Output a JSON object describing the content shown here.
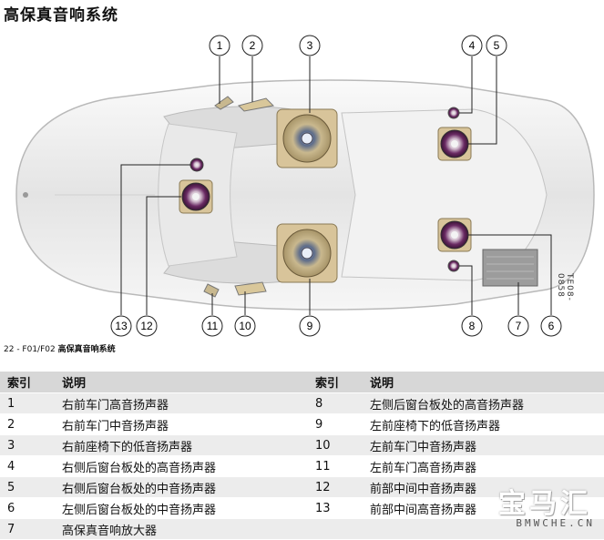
{
  "title": "高保真音响系统",
  "caption": {
    "prefix": "22 - F01/F02",
    "text": "高保真音响系统"
  },
  "figure_code": "TE08-0858",
  "callouts": [
    "1",
    "2",
    "3",
    "4",
    "5",
    "6",
    "7",
    "8",
    "9",
    "10",
    "11",
    "12",
    "13"
  ],
  "table": {
    "headers": [
      "索引",
      "说明",
      "索引",
      "说明"
    ],
    "rows": [
      [
        "1",
        "右前车门高音扬声器",
        "8",
        "左侧后窗台板处的高音扬声器"
      ],
      [
        "2",
        "右前车门中音扬声器",
        "9",
        "左前座椅下的低音扬声器"
      ],
      [
        "3",
        "右前座椅下的低音扬声器",
        "10",
        "左前车门中音扬声器"
      ],
      [
        "4",
        "右侧后窗台板处的高音扬声器",
        "11",
        "左前车门高音扬声器"
      ],
      [
        "5",
        "右侧后窗台板处的中音扬声器",
        "12",
        "前部中间中音扬声器"
      ],
      [
        "6",
        "左侧后窗台板处的中音扬声器",
        "13",
        "前部中间高音扬声器"
      ],
      [
        "7",
        "高保真音响放大器",
        "",
        ""
      ]
    ]
  },
  "watermark": {
    "logo": "宝马汇",
    "site": "BMWCHE.CN"
  },
  "colors": {
    "speaker_cone": "#6a2a63",
    "speaker_frame": "#d8c49a",
    "car_body": "#eeeeee",
    "line": "#222222"
  }
}
